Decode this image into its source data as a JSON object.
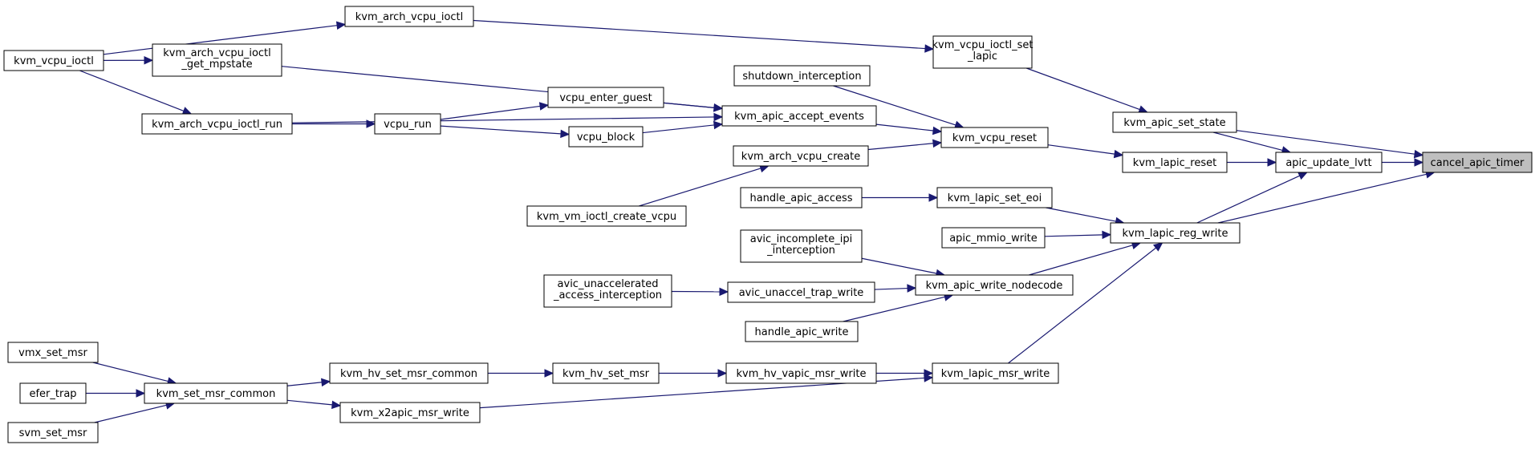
{
  "graph": {
    "title": "",
    "nodes": {
      "cancel_apic_timer": "cancel_apic_timer",
      "apic_update_lvtt": "apic_update_lvtt",
      "kvm_apic_set_state": "kvm_apic_set_state",
      "kvm_lapic_reset": "kvm_lapic_reset",
      "kvm_lapic_reg_write": "kvm_lapic_reg_write",
      "kvm_vcpu_ioctl_set_lapic": [
        "kvm_vcpu_ioctl_set",
        "_lapic"
      ],
      "kvm_vcpu_reset": "kvm_vcpu_reset",
      "kvm_lapic_set_eoi": "kvm_lapic_set_eoi",
      "apic_mmio_write": "apic_mmio_write",
      "kvm_apic_write_nodecode": "kvm_apic_write_nodecode",
      "kvm_lapic_msr_write": "kvm_lapic_msr_write",
      "kvm_arch_vcpu_ioctl": "kvm_arch_vcpu_ioctl",
      "kvm_vcpu_ioctl": "kvm_vcpu_ioctl",
      "kvm_arch_vcpu_ioctl_get_mpstate": [
        "kvm_arch_vcpu_ioctl",
        "_get_mpstate"
      ],
      "shutdown_interception": "shutdown_interception",
      "kvm_apic_accept_events": "kvm_apic_accept_events",
      "kvm_arch_vcpu_create": "kvm_arch_vcpu_create",
      "vcpu_enter_guest": "vcpu_enter_guest",
      "vcpu_block": "vcpu_block",
      "vcpu_run": "vcpu_run",
      "kvm_arch_vcpu_ioctl_run": "kvm_arch_vcpu_ioctl_run",
      "kvm_vm_ioctl_create_vcpu": "kvm_vm_ioctl_create_vcpu",
      "handle_apic_access": "handle_apic_access",
      "avic_incomplete_ipi_interception": [
        "avic_incomplete_ipi",
        "_interception"
      ],
      "avic_unaccel_trap_write": "avic_unaccel_trap_write",
      "avic_unaccelerated_access_interception": [
        "avic_unaccelerated",
        "_access_interception"
      ],
      "handle_apic_write": "handle_apic_write",
      "kvm_hv_vapic_msr_write": "kvm_hv_vapic_msr_write",
      "kvm_hv_set_msr": "kvm_hv_set_msr",
      "kvm_hv_set_msr_common": "kvm_hv_set_msr_common",
      "kvm_set_msr_common": "kvm_set_msr_common",
      "kvm_x2apic_msr_write": "kvm_x2apic_msr_write",
      "vmx_set_msr": "vmx_set_msr",
      "efer_trap": "efer_trap",
      "svm_set_msr": "svm_set_msr"
    },
    "edges": [
      [
        "apic_update_lvtt",
        "cancel_apic_timer"
      ],
      [
        "kvm_apic_set_state",
        "cancel_apic_timer"
      ],
      [
        "kvm_lapic_reg_write",
        "cancel_apic_timer"
      ],
      [
        "kvm_lapic_reset",
        "apic_update_lvtt"
      ],
      [
        "kvm_apic_set_state",
        "apic_update_lvtt"
      ],
      [
        "kvm_lapic_reg_write",
        "apic_update_lvtt"
      ],
      [
        "kvm_vcpu_ioctl_set_lapic",
        "kvm_apic_set_state"
      ],
      [
        "kvm_vcpu_reset",
        "kvm_lapic_reset"
      ],
      [
        "kvm_lapic_set_eoi",
        "kvm_lapic_reg_write"
      ],
      [
        "apic_mmio_write",
        "kvm_lapic_reg_write"
      ],
      [
        "kvm_apic_write_nodecode",
        "kvm_lapic_reg_write"
      ],
      [
        "kvm_lapic_msr_write",
        "kvm_lapic_reg_write"
      ],
      [
        "kvm_arch_vcpu_ioctl",
        "kvm_vcpu_ioctl_set_lapic"
      ],
      [
        "kvm_vcpu_ioctl",
        "kvm_arch_vcpu_ioctl"
      ],
      [
        "kvm_vcpu_ioctl",
        "kvm_arch_vcpu_ioctl_get_mpstate"
      ],
      [
        "kvm_vcpu_ioctl",
        "kvm_arch_vcpu_ioctl_run"
      ],
      [
        "shutdown_interception",
        "kvm_vcpu_reset"
      ],
      [
        "kvm_apic_accept_events",
        "kvm_vcpu_reset"
      ],
      [
        "kvm_arch_vcpu_create",
        "kvm_vcpu_reset"
      ],
      [
        "kvm_arch_vcpu_ioctl_get_mpstate",
        "kvm_apic_accept_events"
      ],
      [
        "vcpu_enter_guest",
        "kvm_apic_accept_events"
      ],
      [
        "vcpu_block",
        "kvm_apic_accept_events"
      ],
      [
        "kvm_arch_vcpu_ioctl_run",
        "kvm_apic_accept_events"
      ],
      [
        "vcpu_run",
        "vcpu_enter_guest"
      ],
      [
        "vcpu_run",
        "vcpu_block"
      ],
      [
        "kvm_arch_vcpu_ioctl_run",
        "vcpu_run"
      ],
      [
        "kvm_vm_ioctl_create_vcpu",
        "kvm_arch_vcpu_create"
      ],
      [
        "handle_apic_access",
        "kvm_lapic_set_eoi"
      ],
      [
        "avic_incomplete_ipi_interception",
        "kvm_apic_write_nodecode"
      ],
      [
        "avic_unaccel_trap_write",
        "kvm_apic_write_nodecode"
      ],
      [
        "handle_apic_write",
        "kvm_apic_write_nodecode"
      ],
      [
        "avic_unaccelerated_access_interception",
        "avic_unaccel_trap_write"
      ],
      [
        "kvm_hv_vapic_msr_write",
        "kvm_lapic_msr_write"
      ],
      [
        "kvm_x2apic_msr_write",
        "kvm_lapic_msr_write"
      ],
      [
        "kvm_hv_set_msr",
        "kvm_hv_vapic_msr_write"
      ],
      [
        "kvm_hv_set_msr_common",
        "kvm_hv_set_msr"
      ],
      [
        "kvm_set_msr_common",
        "kvm_hv_set_msr_common"
      ],
      [
        "kvm_set_msr_common",
        "kvm_x2apic_msr_write"
      ],
      [
        "vmx_set_msr",
        "kvm_set_msr_common"
      ],
      [
        "efer_trap",
        "kvm_set_msr_common"
      ],
      [
        "svm_set_msr",
        "kvm_set_msr_common"
      ]
    ]
  }
}
